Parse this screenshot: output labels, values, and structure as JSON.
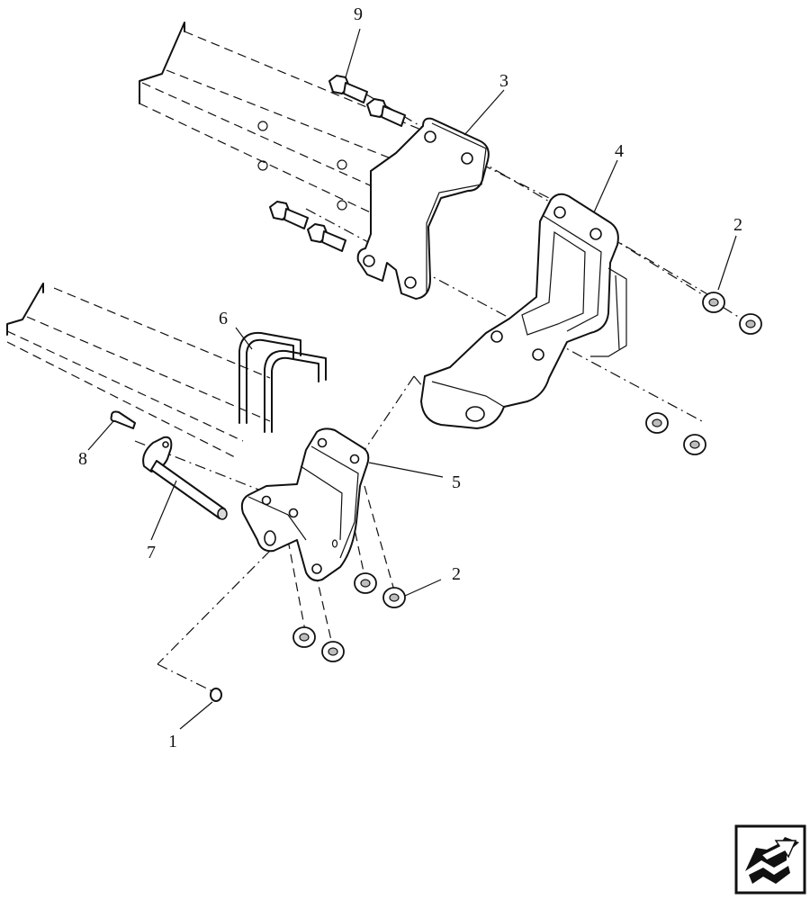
{
  "callouts": {
    "c1": "1",
    "c2a": "2",
    "c2b": "2",
    "c3": "3",
    "c4": "4",
    "c5": "5",
    "c6": "6",
    "c7": "7",
    "c8": "8",
    "c9": "9"
  },
  "nav_icon": "next-page-arrow-icon"
}
